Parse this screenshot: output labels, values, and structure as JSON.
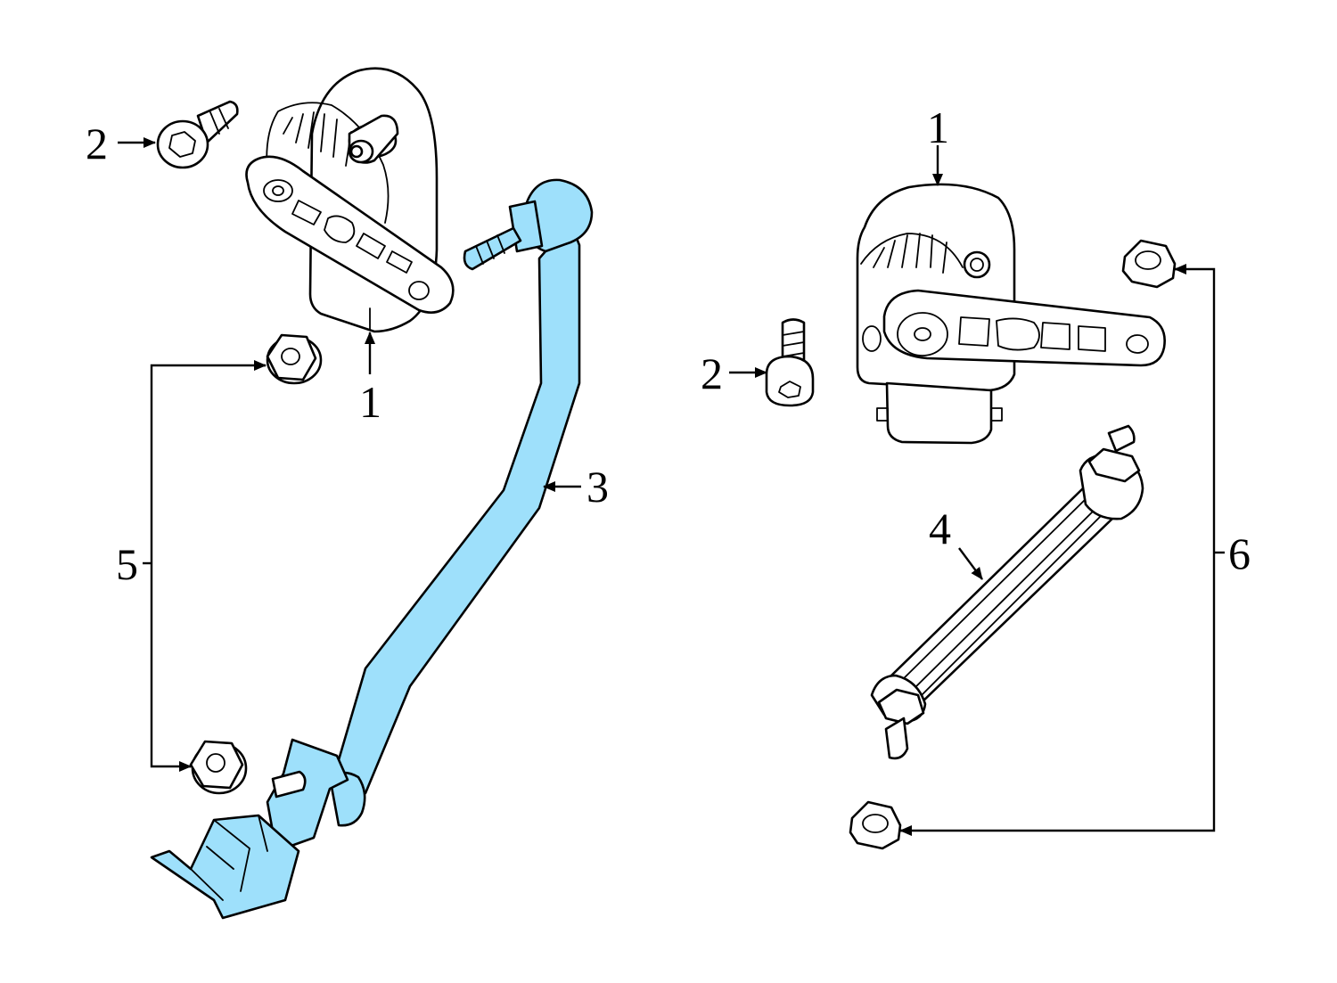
{
  "colors": {
    "highlight": "#9ee0fb",
    "line": "#000000",
    "background": "#ffffff"
  },
  "callouts": {
    "left_sensor": "1",
    "right_sensor": "1",
    "left_bolt": "2",
    "right_bolt": "2",
    "link_rod": "3",
    "right_link": "4",
    "nut_group_left": "5",
    "nut_group_right": "6"
  }
}
